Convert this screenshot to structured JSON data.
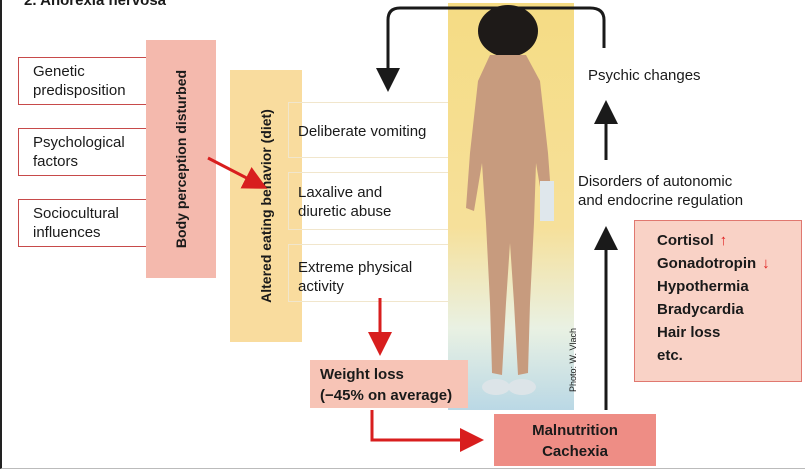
{
  "title": "2. Anorexia nervosa",
  "causes": [
    {
      "line1": "Genetic",
      "line2": "predisposition"
    },
    {
      "line1": "Psychological",
      "line2": "factors"
    },
    {
      "line1": "Sociocultural",
      "line2": "influences"
    }
  ],
  "body_perception_label": "Body perception disturbed",
  "eating_behavior_label": "Altered eating behavior (diet)",
  "behaviors": [
    {
      "line1": "Deliberate vomiting",
      "line2": ""
    },
    {
      "line1": "Laxalive and",
      "line2": "diuretic abuse"
    },
    {
      "line1": "Extreme physical",
      "line2": "activity"
    }
  ],
  "weight_loss": {
    "line1": "Weight loss",
    "line2": "(−45% on average)"
  },
  "malnutrition": {
    "line1": "Malnutrition",
    "line2": "Cachexia"
  },
  "psychic_changes": "Psychic changes",
  "autonomic": {
    "line1": "Disorders of autonomic",
    "line2": "and endocrine regulation"
  },
  "symptoms": [
    "Cortisol",
    "Gonadotropin",
    "Hypothermia",
    "Bradycardia",
    "Hair loss",
    "etc."
  ],
  "cortisol_arrow": "↑",
  "gonadotropin_arrow": "↓",
  "photo_credit": "Photo: W. Vlach",
  "colors": {
    "red_arrow": "#d81e1e",
    "black_arrow": "#1a1a1a"
  }
}
